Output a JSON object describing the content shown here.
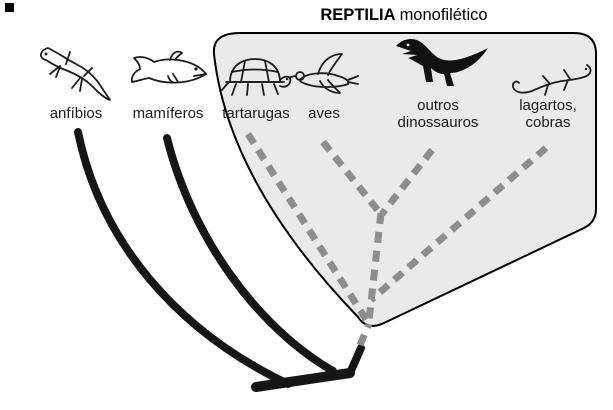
{
  "diagram_type": "cladogram (phylogenetic tree)",
  "title": {
    "bold": "REPTILIA",
    "regular": "monofilético"
  },
  "taxa": [
    {
      "label": "anfíbios",
      "icon": "amphibian-icon",
      "in_reptilia_box": false,
      "branch_style": "solid-black"
    },
    {
      "label": "mamíferos",
      "icon": "dolphin-icon",
      "in_reptilia_box": false,
      "branch_style": "solid-black"
    },
    {
      "label": "tartarugas",
      "icon": "turtle-icon",
      "in_reptilia_box": true,
      "branch_style": "dashed-gray"
    },
    {
      "label": "aves",
      "icon": "flying-bird-icon",
      "in_reptilia_box": true,
      "branch_style": "dashed-gray"
    },
    {
      "label": "outros dinossauros",
      "icon": "theropod-dinosaur-icon",
      "in_reptilia_box": true,
      "branch_style": "dashed-gray"
    },
    {
      "label": "lagartos, cobras",
      "icon": "lizard-icon",
      "in_reptilia_box": true,
      "branch_style": "dashed-gray"
    }
  ],
  "colors": {
    "background": "#ffffff",
    "box_fill": "#eaeaea",
    "box_border": "#000000",
    "clade_line_solid": "#161616",
    "clade_line_dashed": "#8d8d8d",
    "text": "#1a1a1a"
  }
}
